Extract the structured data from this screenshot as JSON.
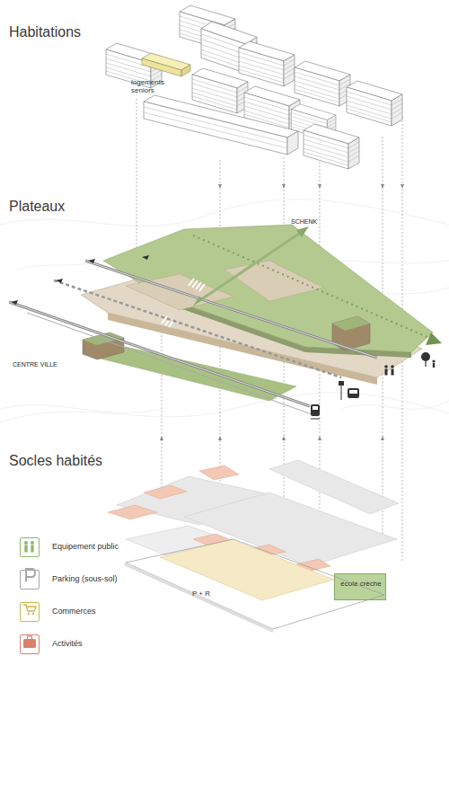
{
  "diagram": {
    "nodes": [
      {
        "text": [
          "logements seniors"
        ]
      },
      {
        "text": [
          "école crèche"
        ]
      },
      {
        "text": [
          "P + R"
        ]
      }
    ],
    "labels": [
      "Habitations",
      "Plateaux",
      "SCHENK",
      "CENTRE VILLE",
      "Socles habités"
    ],
    "legend": [
      {
        "text": "Equipement public",
        "color": "#8db86b"
      },
      {
        "text": "Parking (sous-sol)",
        "color": "#a6a6a6"
      },
      {
        "text": "Commerces",
        "color": "#cdb84a"
      },
      {
        "text": "Activités",
        "color": "#d9826b"
      }
    ]
  }
}
